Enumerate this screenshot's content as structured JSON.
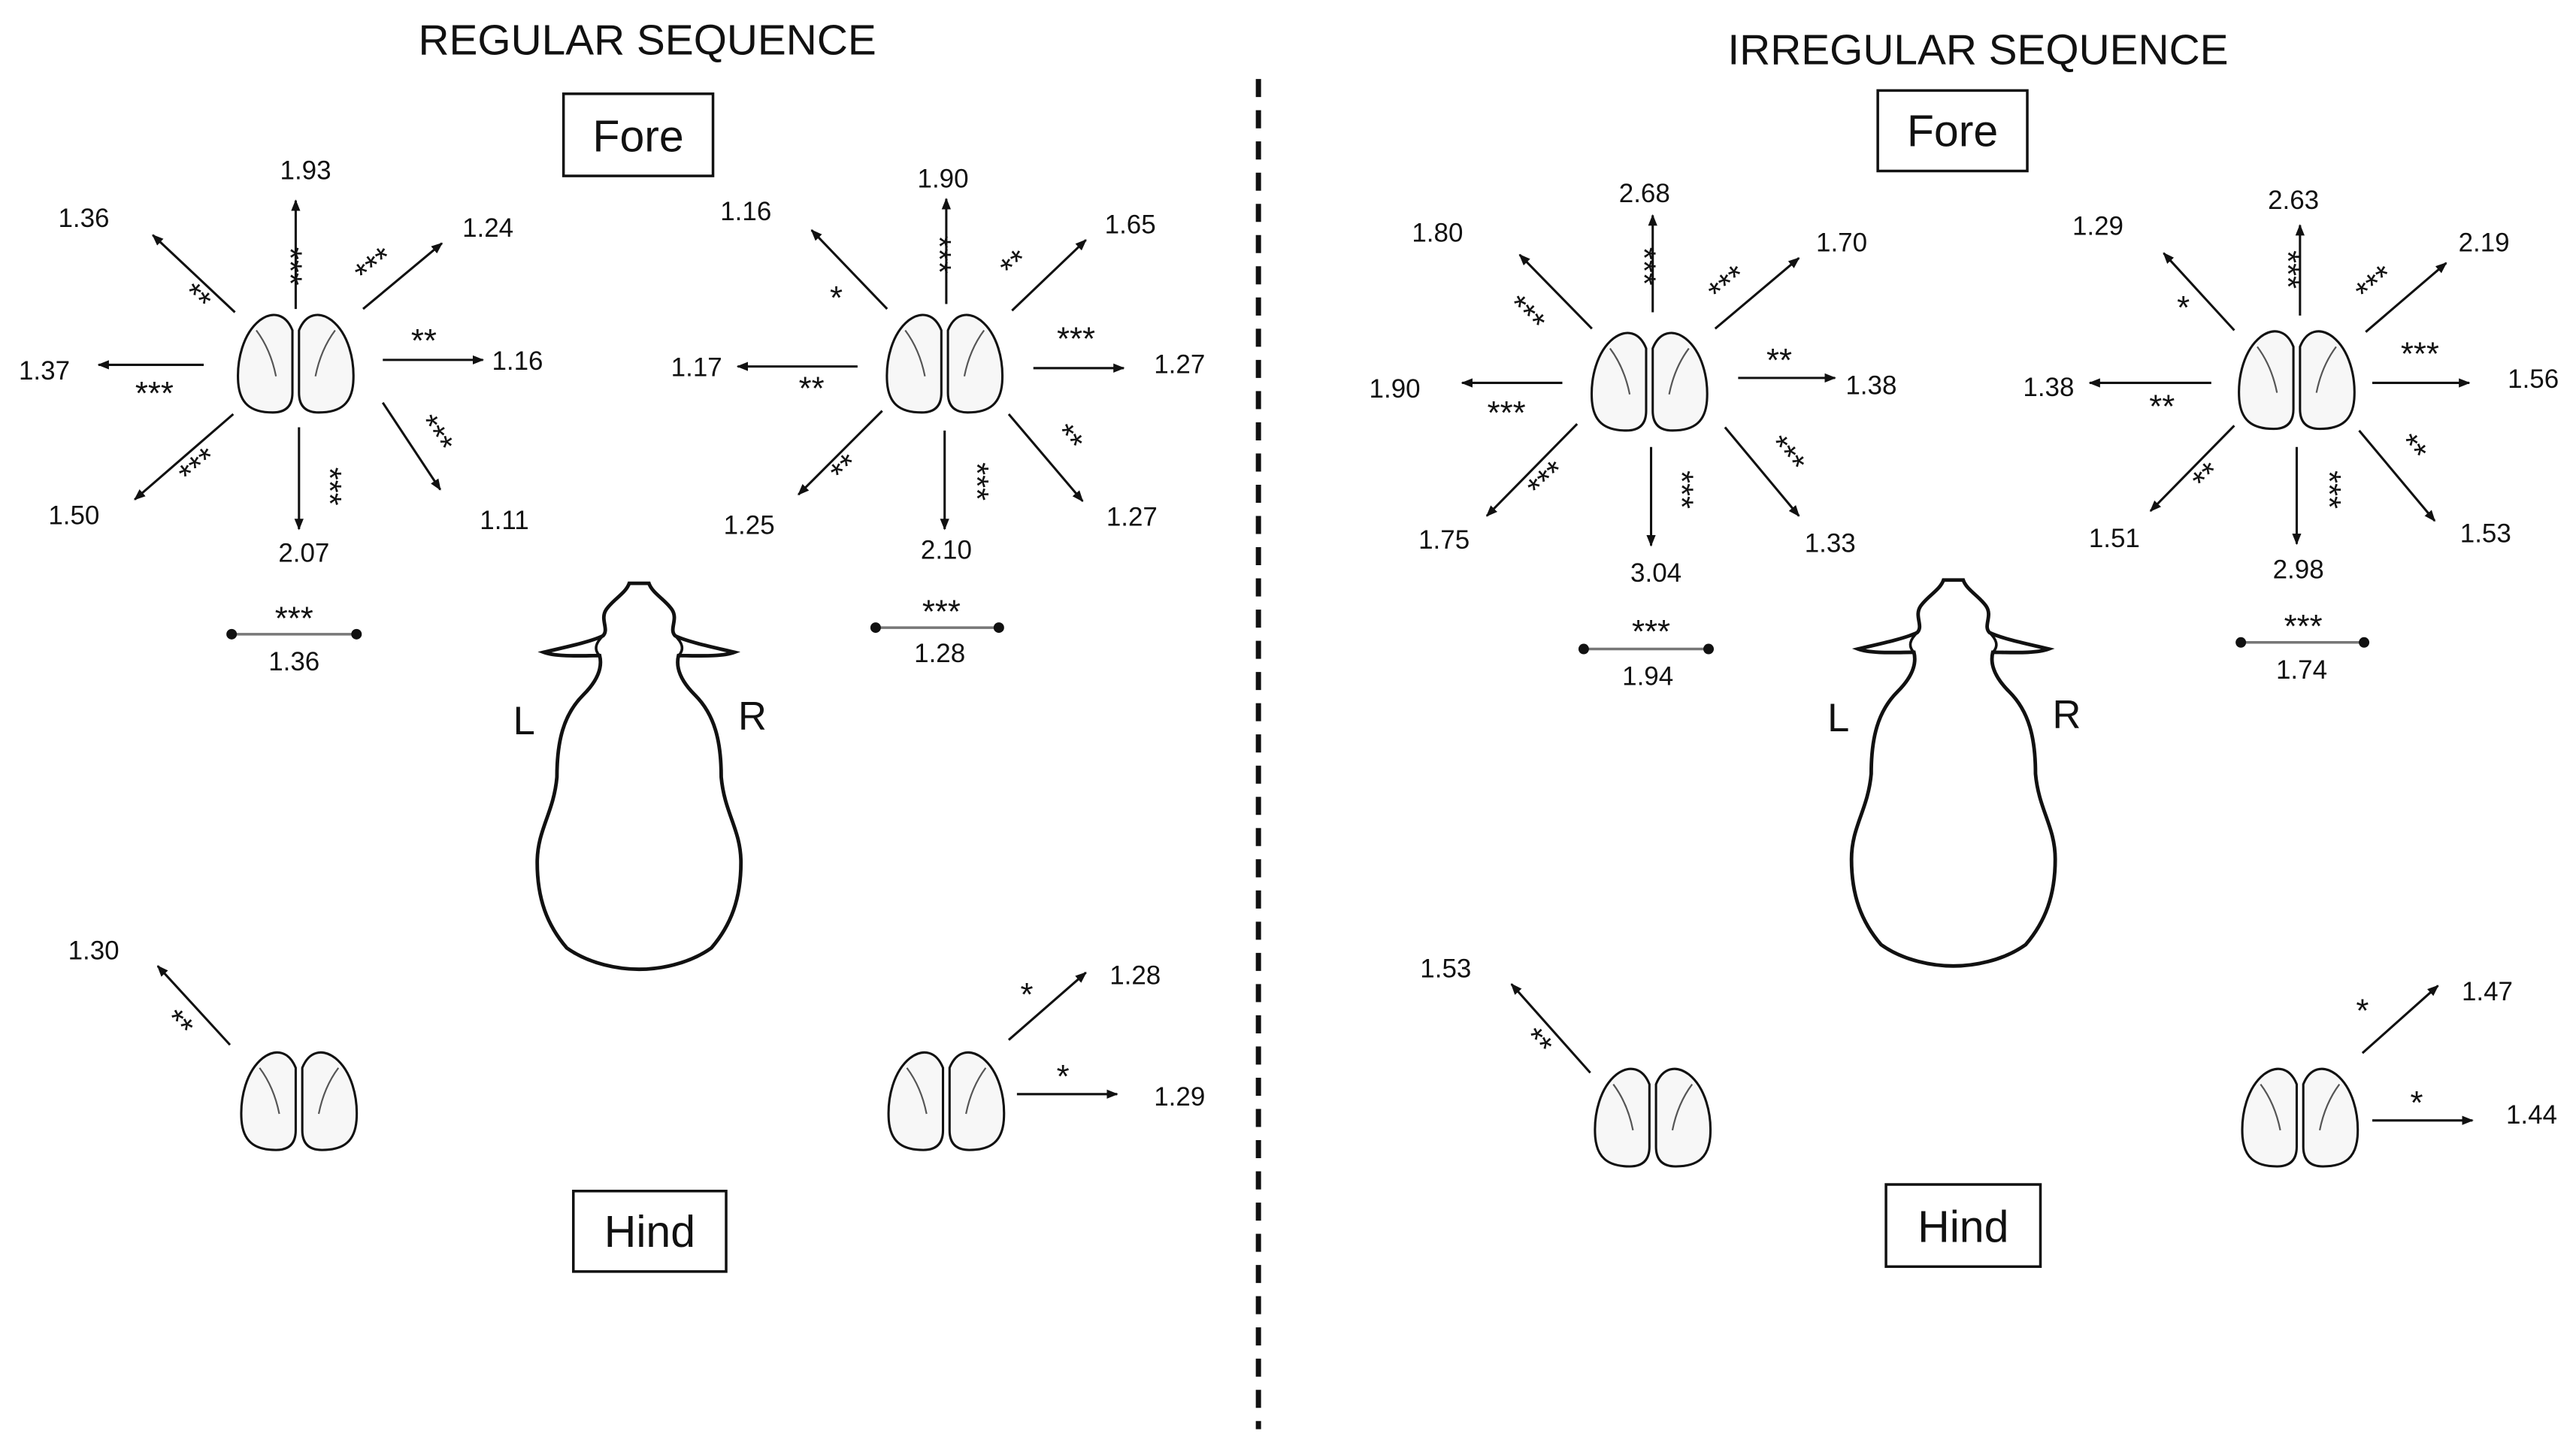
{
  "panels": [
    {
      "title": "REGULAR SEQUENCE",
      "fore_label": "Fore",
      "hind_label": "Hind",
      "side_left": "L",
      "side_right": "R",
      "left_fore": {
        "n": {
          "value": "1.93",
          "stars": "***"
        },
        "ne": {
          "value": "1.24",
          "stars": "***"
        },
        "e": {
          "value": "1.16",
          "stars": "**"
        },
        "se": {
          "value": "1.11",
          "stars": "***"
        },
        "s": {
          "value": "2.07",
          "stars": "***"
        },
        "sw": {
          "value": "1.50",
          "stars": "***"
        },
        "w": {
          "value": "1.37",
          "stars": "***"
        },
        "nw": {
          "value": "1.36",
          "stars": "**"
        },
        "bar": {
          "value": "1.36",
          "stars": "***"
        }
      },
      "right_fore": {
        "n": {
          "value": "1.90",
          "stars": "***"
        },
        "ne": {
          "value": "1.65",
          "stars": "**"
        },
        "e": {
          "value": "1.27",
          "stars": "***"
        },
        "se": {
          "value": "1.27",
          "stars": "**"
        },
        "s": {
          "value": "2.10",
          "stars": "***"
        },
        "sw": {
          "value": "1.25",
          "stars": "**"
        },
        "w": {
          "value": "1.17",
          "stars": "**"
        },
        "nw": {
          "value": "1.16",
          "stars": "*"
        },
        "bar": {
          "value": "1.28",
          "stars": "***"
        }
      },
      "left_hind": {
        "nw": {
          "value": "1.30",
          "stars": "**"
        }
      },
      "right_hind": {
        "ne": {
          "value": "1.28",
          "stars": "*"
        },
        "e": {
          "value": "1.29",
          "stars": "*"
        }
      }
    },
    {
      "title": "IRREGULAR SEQUENCE",
      "fore_label": "Fore",
      "hind_label": "Hind",
      "side_left": "L",
      "side_right": "R",
      "left_fore": {
        "n": {
          "value": "2.68",
          "stars": "***"
        },
        "ne": {
          "value": "1.70",
          "stars": "***"
        },
        "e": {
          "value": "1.38",
          "stars": "**"
        },
        "se": {
          "value": "1.33",
          "stars": "***"
        },
        "s": {
          "value": "3.04",
          "stars": "***"
        },
        "sw": {
          "value": "1.75",
          "stars": "***"
        },
        "w": {
          "value": "1.90",
          "stars": "***"
        },
        "nw": {
          "value": "1.80",
          "stars": "***"
        },
        "bar": {
          "value": "1.94",
          "stars": "***"
        }
      },
      "right_fore": {
        "n": {
          "value": "2.63",
          "stars": "***"
        },
        "ne": {
          "value": "2.19",
          "stars": "***"
        },
        "e": {
          "value": "1.56",
          "stars": "***"
        },
        "se": {
          "value": "1.53",
          "stars": "**"
        },
        "s": {
          "value": "2.98",
          "stars": "***"
        },
        "sw": {
          "value": "1.51",
          "stars": "**"
        },
        "w": {
          "value": "1.38",
          "stars": "**"
        },
        "nw": {
          "value": "1.29",
          "stars": "*"
        },
        "bar": {
          "value": "1.74",
          "stars": "***"
        }
      },
      "left_hind": {
        "nw": {
          "value": "1.53",
          "stars": "**"
        }
      },
      "right_hind": {
        "ne": {
          "value": "1.47",
          "stars": "*"
        },
        "e": {
          "value": "1.44",
          "stars": "*"
        }
      }
    }
  ],
  "colors": {
    "ink": "#111111",
    "background": "#ffffff",
    "hoof_fill": "#f7f7f7"
  },
  "icons": [
    "hoof-icon",
    "horse-outline-icon"
  ]
}
